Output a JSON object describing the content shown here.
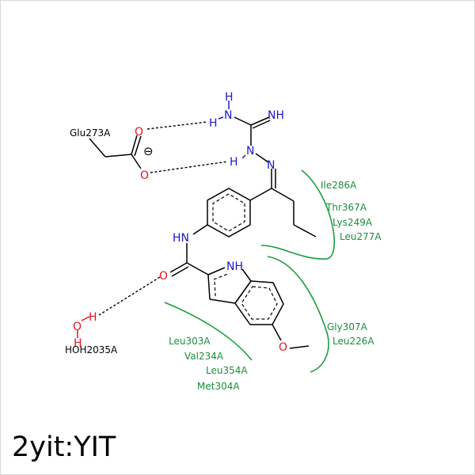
{
  "title": "2yit:YIT",
  "residues": {
    "glu273": "Glu273A",
    "ile286": "Ile286A",
    "thr367": "Thr367A",
    "lys249": "Lys249A",
    "leu277": "Leu277A",
    "gly307": "Gly307A",
    "leu226": "Leu226A",
    "leu303": "Leu303A",
    "val234": "Val234A",
    "leu354": "Leu354A",
    "met304": "Met304A"
  },
  "water": "HOH2035A",
  "atoms": {
    "h_top": "H",
    "n_top": "N",
    "nh_imine": "NH",
    "h_left_1": "H",
    "n_hydrazone_1": "N",
    "h_left_2": "H",
    "n_hydrazone_2": "N",
    "o_carboxyl_1": "O",
    "o_carboxyl_2": "O",
    "charge": "⊖",
    "nh_amide": "HN",
    "o_amide": "O",
    "nh_indole": "NH",
    "o_methoxy": "O",
    "o_water": "O",
    "h_water_1": "H",
    "h_water_2": "H"
  },
  "colors": {
    "nitrogen": "#1a1acc",
    "oxygen": "#e8121a",
    "carbon": "#000000",
    "hydrophobic_contact": "#1a9e3f"
  }
}
